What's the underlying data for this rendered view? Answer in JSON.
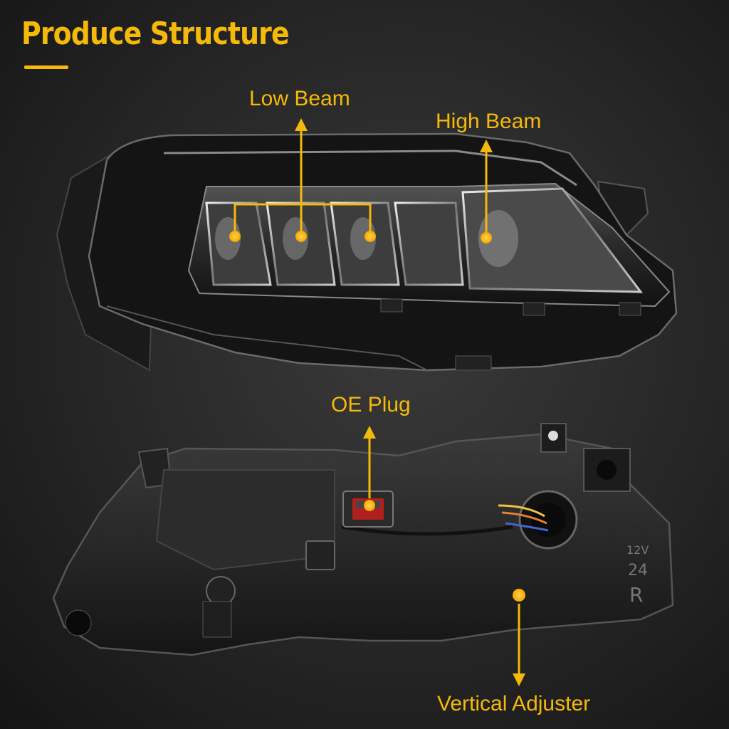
{
  "title": "Produce Structure",
  "callouts": {
    "low_beam": "Low Beam",
    "high_beam": "High Beam",
    "oe_plug": "OE Plug",
    "vertical_adjuster": "Vertical Adjuster"
  },
  "housing_markings": {
    "voltage": "12V",
    "number": "24",
    "side": "R"
  },
  "colors": {
    "accent": "#f5b90a",
    "background": "#262626"
  }
}
